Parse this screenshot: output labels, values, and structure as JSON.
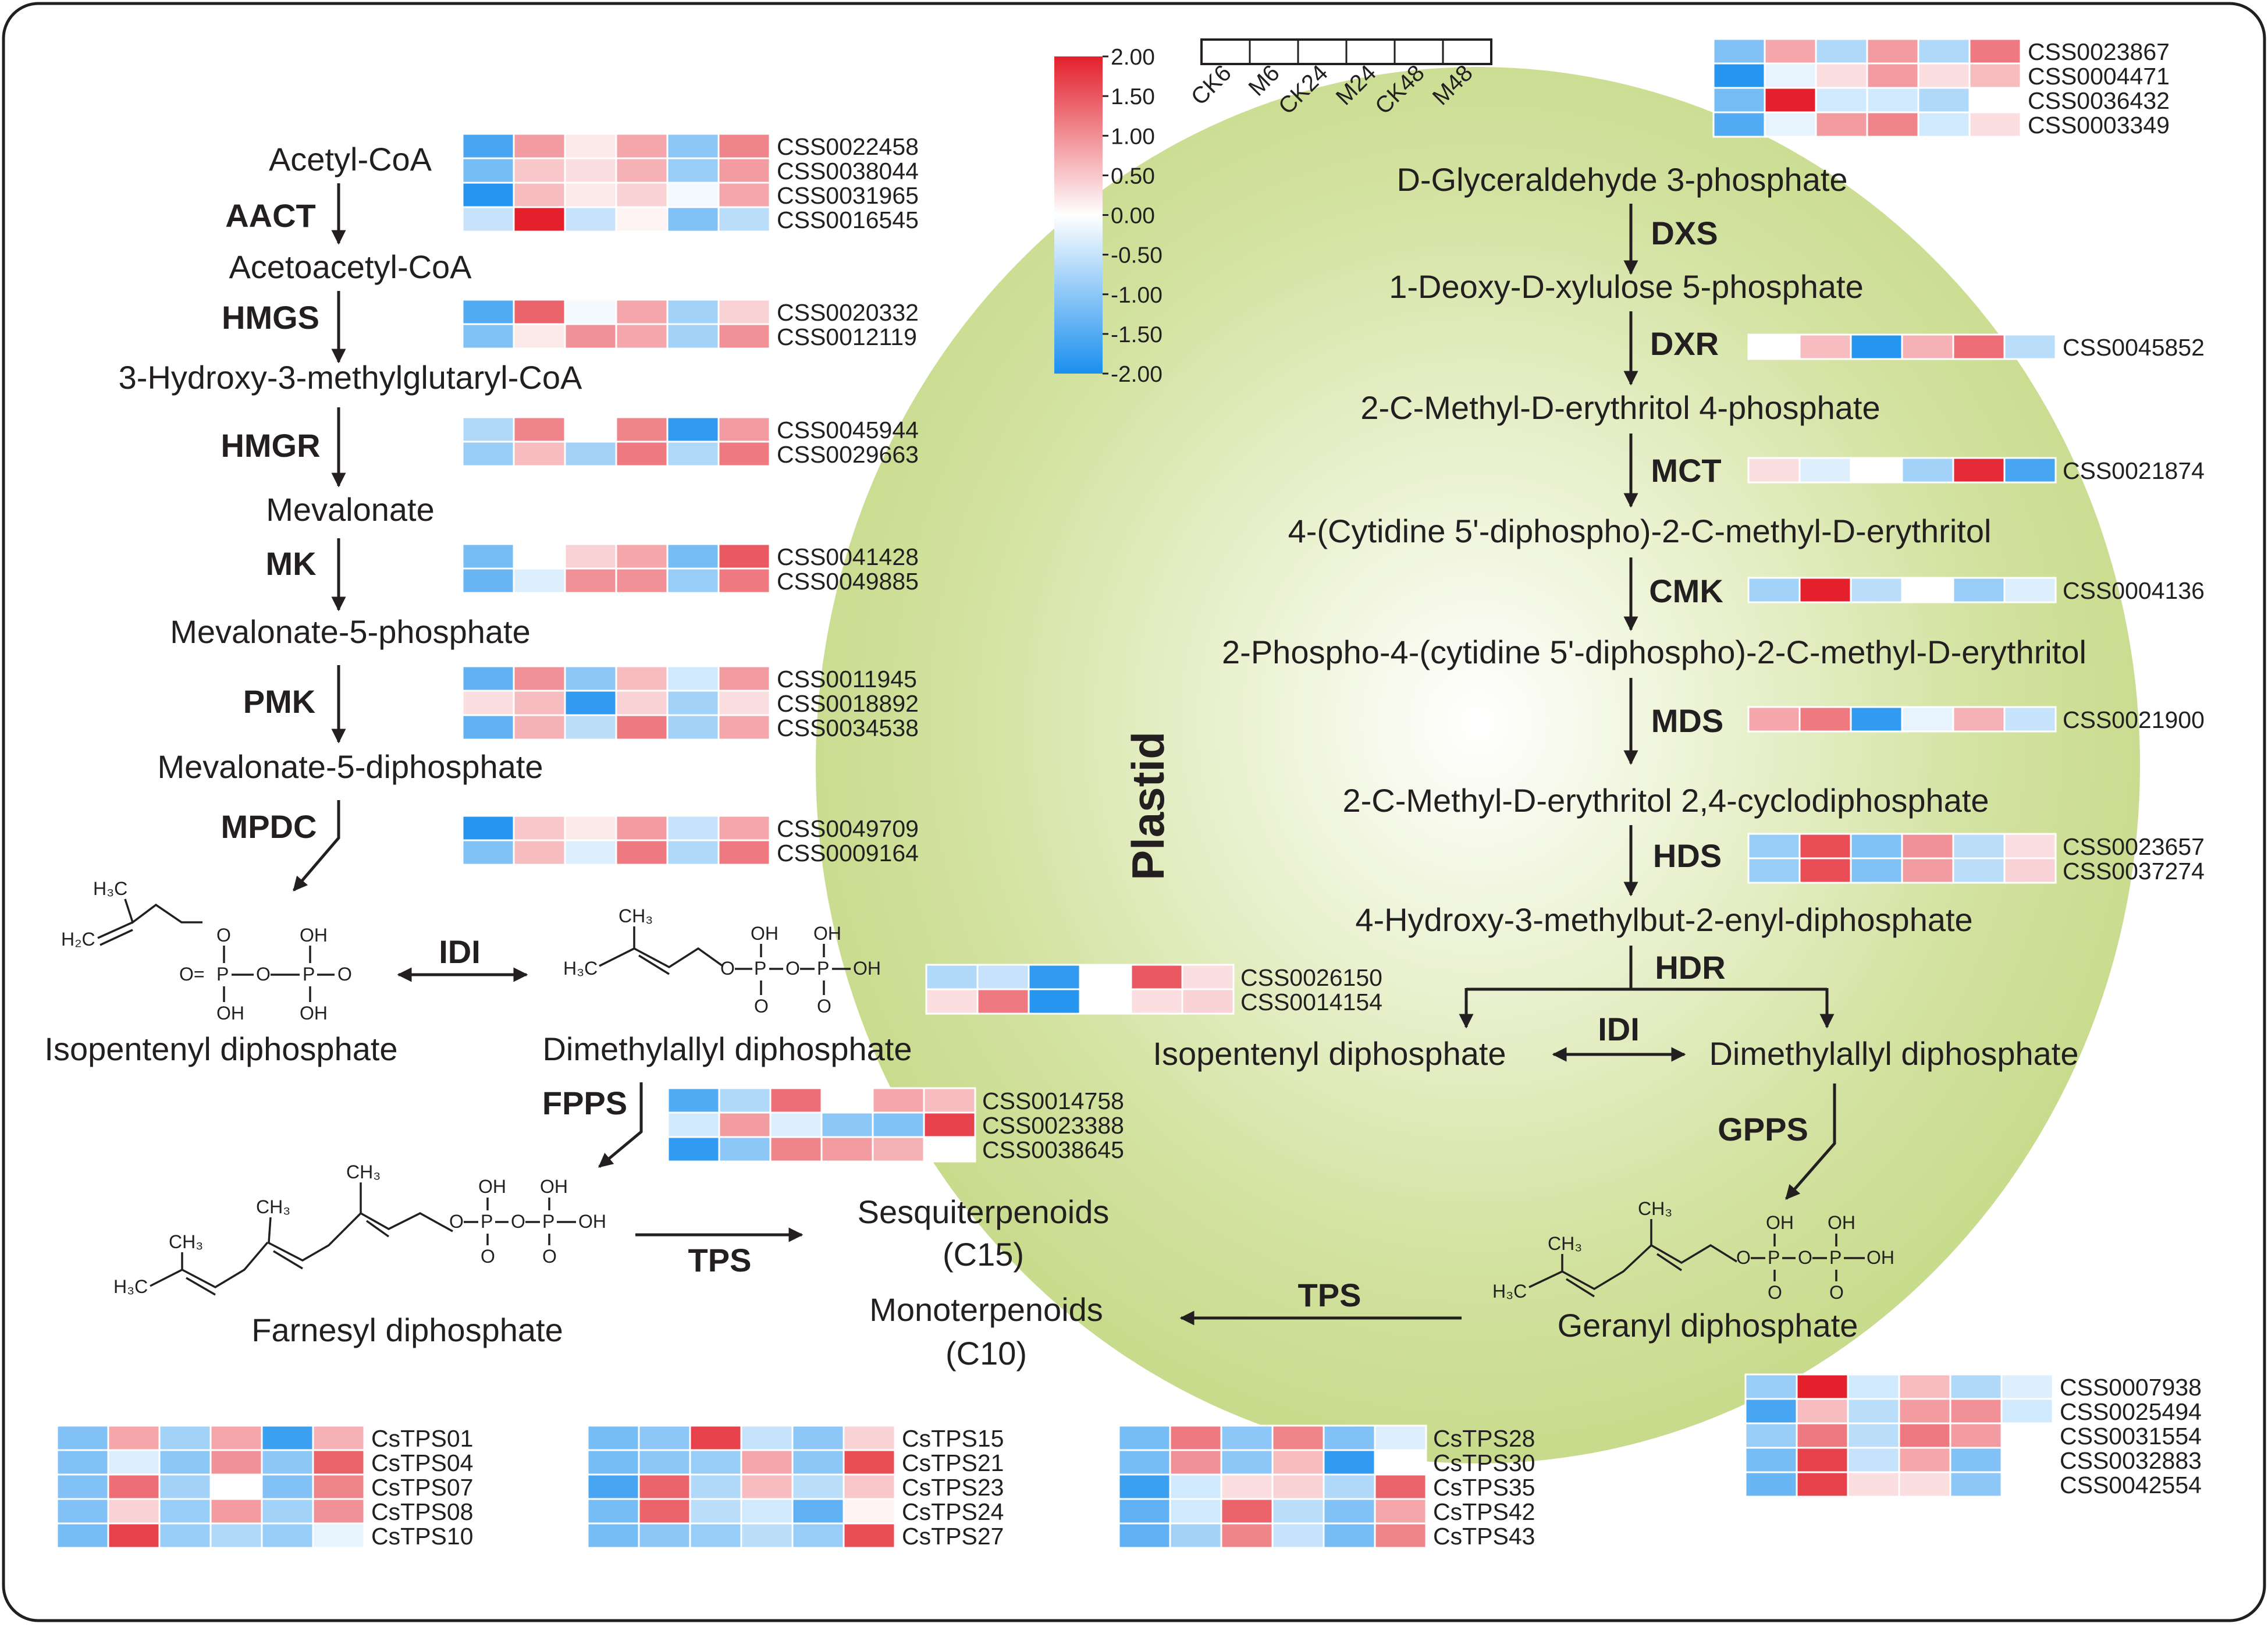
{
  "plastid_label": "Plastid",
  "colors": {
    "plastid_fill": "#c9dc8f",
    "high": "#e3202c",
    "low": "#1a8fef",
    "mid": "#ffffff"
  },
  "color_scale": {
    "ticks": [
      "2.00",
      "1.50",
      "1.00",
      "0.50",
      "0.00",
      "-0.50",
      "-1.00",
      "-1.50",
      "-2.00"
    ],
    "min": -2.0,
    "max": 2.0
  },
  "sample_legend": [
    "CK6",
    "M6",
    "CK24",
    "M24",
    "CK48",
    "M48"
  ],
  "mva": {
    "metabolites": [
      "Acetyl-CoA",
      "Acetoacetyl-CoA",
      "3-Hydroxy-3-methylglutaryl-CoA",
      "Mevalonate",
      "Mevalonate-5-phosphate",
      "Mevalonate-5-diphosphate",
      "Isopentenyl diphosphate",
      "Dimethylallyl diphosphate",
      "Farnesyl diphosphate"
    ],
    "enzymes": [
      "AACT",
      "HMGS",
      "HMGR",
      "MK",
      "PMK",
      "MPDC",
      "IDI",
      "FPPS",
      "TPS"
    ]
  },
  "mep": {
    "metabolites": [
      "D-Glyceraldehyde 3-phosphate",
      "1-Deoxy-D-xylulose 5-phosphate",
      "2-C-Methyl-D-erythritol 4-phosphate",
      "4-(Cytidine 5'-diphospho)-2-C-methyl-D-erythritol",
      "2-Phospho-4-(cytidine 5'-diphospho)-2-C-methyl-D-erythritol",
      "2-C-Methyl-D-erythritol 2,4-cyclodiphosphate",
      "4-Hydroxy-3-methylbut-2-enyl-diphosphate",
      "Isopentenyl diphosphate",
      "Dimethylallyl diphosphate",
      "Geranyl diphosphate"
    ],
    "enzymes": [
      "DXS",
      "DXR",
      "MCT",
      "CMK",
      "MDS",
      "HDS",
      "HDR",
      "IDI",
      "GPPS",
      "TPS"
    ]
  },
  "products": {
    "sesqui": "Sesquiterpenoids",
    "sesqui_c": "(C15)",
    "mono": "Monoterpenoids",
    "mono_c": "(C10)"
  },
  "atoms": {
    "h3c": "H₃C",
    "ch3": "CH₃",
    "h2c": "H₂C",
    "oh": "OH",
    "o": "O",
    "p": "P",
    "eq_o": "O="
  },
  "heatmaps": [
    {
      "id": "AACT",
      "genes": [
        "CSS0022458",
        "CSS0038044",
        "CSS0031965",
        "CSS0016545"
      ],
      "values": [
        [
          -1.6,
          0.9,
          0.2,
          0.8,
          -1.0,
          1.1
        ],
        [
          -1.2,
          0.5,
          0.3,
          0.7,
          -0.9,
          0.9
        ],
        [
          -1.9,
          0.6,
          0.2,
          0.4,
          -0.1,
          0.8
        ],
        [
          -0.5,
          2.0,
          -0.5,
          0.1,
          -1.1,
          -0.6
        ]
      ]
    },
    {
      "id": "HMGS",
      "genes": [
        "CSS0020332",
        "CSS0012119"
      ],
      "values": [
        [
          -1.5,
          1.4,
          -0.1,
          0.8,
          -0.8,
          0.4
        ],
        [
          -1.1,
          0.2,
          1.0,
          0.8,
          -0.8,
          1.0
        ]
      ]
    },
    {
      "id": "HMGR",
      "genes": [
        "CSS0045944",
        "CSS0029663"
      ],
      "values": [
        [
          -0.7,
          1.1,
          0.0,
          1.1,
          -1.8,
          0.9
        ],
        [
          -0.9,
          0.6,
          -0.8,
          1.2,
          -0.7,
          1.2
        ]
      ]
    },
    {
      "id": "MK",
      "genes": [
        "CSS0041428",
        "CSS0049885"
      ],
      "values": [
        [
          -1.2,
          0.0,
          0.4,
          0.8,
          -1.2,
          1.5
        ],
        [
          -1.3,
          -0.3,
          1.0,
          1.0,
          -0.9,
          1.2
        ]
      ]
    },
    {
      "id": "PMK",
      "genes": [
        "CSS0011945",
        "CSS0018892",
        "CSS0034538"
      ],
      "values": [
        [
          -1.4,
          1.0,
          -1.0,
          0.6,
          -0.4,
          0.9
        ],
        [
          0.3,
          0.6,
          -1.8,
          0.4,
          -0.8,
          0.3
        ],
        [
          -1.4,
          0.7,
          -0.6,
          1.2,
          -0.8,
          0.8
        ]
      ]
    },
    {
      "id": "MPDC",
      "genes": [
        "CSS0049709",
        "CSS0009164"
      ],
      "values": [
        [
          -1.9,
          0.5,
          0.2,
          0.9,
          -0.5,
          0.8
        ],
        [
          -1.1,
          0.6,
          -0.3,
          1.2,
          -0.7,
          1.2
        ]
      ]
    },
    {
      "id": "IDI-MVA",
      "genes": [
        "CSS0026150",
        "CSS0014154"
      ],
      "values": [
        [
          -0.7,
          -0.5,
          -1.8,
          0.0,
          1.5,
          0.3
        ],
        [
          0.3,
          1.2,
          -1.9,
          0.0,
          0.3,
          0.4
        ]
      ]
    },
    {
      "id": "FPPS",
      "genes": [
        "CSS0014758",
        "CSS0023388",
        "CSS0038645"
      ],
      "values": [
        [
          -1.5,
          -0.7,
          1.3,
          0.0,
          0.8,
          0.6
        ],
        [
          -0.4,
          0.9,
          -0.3,
          -1.0,
          -1.1,
          1.7
        ],
        [
          -1.8,
          -1.0,
          1.1,
          0.9,
          0.7,
          0.0
        ]
      ]
    },
    {
      "id": "DXS",
      "genes": [
        "CSS0023867",
        "CSS0004471",
        "CSS0036432",
        "CSS0003349"
      ],
      "values": [
        [
          -1.1,
          0.8,
          -0.7,
          0.9,
          -0.7,
          1.2
        ],
        [
          -1.9,
          -0.2,
          0.3,
          0.9,
          0.3,
          0.6
        ],
        [
          -1.2,
          2.0,
          -0.4,
          -0.4,
          -0.7,
          0.0
        ],
        [
          -1.5,
          -0.2,
          0.9,
          1.1,
          -0.4,
          0.3
        ]
      ]
    },
    {
      "id": "DXR",
      "genes": [
        "CSS0045852"
      ],
      "values": [
        [
          0.0,
          0.6,
          -1.9,
          0.7,
          1.3,
          -0.6
        ]
      ]
    },
    {
      "id": "MCT",
      "genes": [
        "CSS0021874"
      ],
      "values": [
        [
          0.3,
          -0.3,
          0.0,
          -0.8,
          1.9,
          -1.6
        ]
      ]
    },
    {
      "id": "CMK",
      "genes": [
        "CSS0004136"
      ],
      "values": [
        [
          -0.8,
          2.0,
          -0.6,
          0.0,
          -0.9,
          -0.3
        ]
      ]
    },
    {
      "id": "MDS",
      "genes": [
        "CSS0021900"
      ],
      "values": [
        [
          0.8,
          1.2,
          -1.8,
          -0.2,
          0.7,
          -0.5
        ]
      ]
    },
    {
      "id": "HDS",
      "genes": [
        "CSS0023657",
        "CSS0037274"
      ],
      "values": [
        [
          -0.9,
          1.6,
          -1.1,
          1.0,
          -0.6,
          0.3
        ],
        [
          -0.9,
          1.6,
          -1.1,
          0.9,
          -0.6,
          0.4
        ]
      ]
    },
    {
      "id": "GPPS-TPS",
      "genes": [
        "CSS0007938",
        "CSS0025494",
        "CSS0031554",
        "CSS0032883",
        "CSS0042554"
      ],
      "values": [
        [
          -0.9,
          2.0,
          -0.4,
          0.6,
          -0.7,
          -0.3
        ],
        [
          -1.6,
          0.6,
          -0.6,
          0.9,
          1.0,
          -0.4
        ],
        [
          -0.9,
          1.2,
          -0.6,
          1.2,
          0.9,
          0.0
        ],
        [
          -1.2,
          1.7,
          -0.5,
          0.8,
          -1.1,
          0.0
        ],
        [
          -1.3,
          1.7,
          0.3,
          0.3,
          -1.0,
          0.0
        ]
      ]
    },
    {
      "id": "TPS-A",
      "genes": [
        "CsTPS01",
        "CsTPS04",
        "CsTPS07",
        "CsTPS08",
        "CsTPS10"
      ],
      "values": [
        [
          -1.1,
          0.8,
          -0.8,
          0.8,
          -1.7,
          0.7
        ],
        [
          -1.1,
          -0.3,
          -1.0,
          1.0,
          -1.0,
          1.4
        ],
        [
          -1.1,
          1.3,
          -0.8,
          0.0,
          -1.1,
          1.1
        ],
        [
          -1.1,
          0.4,
          -0.9,
          0.9,
          -0.8,
          1.0
        ],
        [
          -1.2,
          1.7,
          -0.9,
          -0.7,
          -0.9,
          -0.2
        ]
      ]
    },
    {
      "id": "TPS-B",
      "genes": [
        "CsTPS15",
        "CsTPS21",
        "CsTPS23",
        "CsTPS24",
        "CsTPS27"
      ],
      "values": [
        [
          -1.2,
          -1.0,
          1.7,
          -0.5,
          -1.0,
          0.4
        ],
        [
          -1.2,
          -1.0,
          -0.9,
          0.8,
          -1.0,
          1.6
        ],
        [
          -1.6,
          1.4,
          -0.7,
          0.6,
          -0.6,
          0.5
        ],
        [
          -1.2,
          1.4,
          -0.6,
          -0.4,
          -1.4,
          0.1
        ],
        [
          -1.2,
          -1.0,
          -0.9,
          -0.6,
          -0.9,
          1.6
        ]
      ]
    },
    {
      "id": "TPS-C",
      "genes": [
        "CsTPS28",
        "CsTPS30",
        "CsTPS35",
        "CsTPS42",
        "CsTPS43"
      ],
      "values": [
        [
          -1.2,
          1.2,
          -1.0,
          1.1,
          -1.1,
          -0.3
        ],
        [
          -1.2,
          1.0,
          -1.0,
          0.6,
          -1.8,
          0.0
        ],
        [
          -1.7,
          -0.4,
          0.3,
          0.4,
          -0.7,
          1.4
        ],
        [
          -1.4,
          -0.4,
          1.4,
          -0.6,
          -1.1,
          0.8
        ],
        [
          -1.4,
          -0.8,
          1.1,
          -0.5,
          -1.2,
          1.1
        ]
      ]
    }
  ]
}
